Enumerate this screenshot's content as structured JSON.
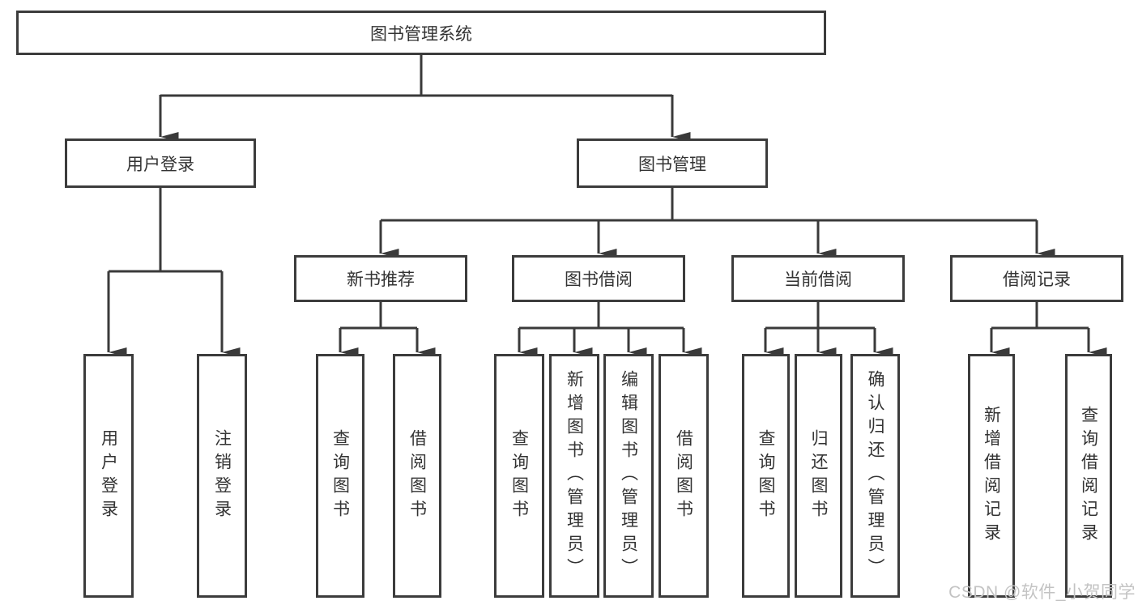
{
  "diagram": {
    "root": {
      "label": "图书管理系统"
    },
    "children": [
      {
        "label": "用户登录",
        "children": [
          {
            "label": "用户登录"
          },
          {
            "label": "注销登录"
          }
        ]
      },
      {
        "label": "图书管理",
        "children": [
          {
            "label": "新书推荐",
            "children": [
              {
                "label": "查询图书"
              },
              {
                "label": "借阅图书"
              }
            ]
          },
          {
            "label": "图书借阅",
            "children": [
              {
                "label": "查询图书"
              },
              {
                "label": "新增图书（管理员）"
              },
              {
                "label": "编辑图书（管理员）"
              },
              {
                "label": "借阅图书"
              }
            ]
          },
          {
            "label": "当前借阅",
            "children": [
              {
                "label": "查询图书"
              },
              {
                "label": "归还图书"
              },
              {
                "label": "确认归还（管理员）"
              }
            ]
          },
          {
            "label": "借阅记录",
            "children": [
              {
                "label": "新增借阅记录"
              },
              {
                "label": "查询借阅记录"
              }
            ]
          }
        ]
      }
    ]
  },
  "watermark": {
    "text": "CSDN @软件_小贺同学"
  },
  "colors": {
    "line": "#3a3a3a",
    "box_border": "#3c3c3c",
    "text": "#333333",
    "background": "#ffffff",
    "watermark": "#c3c3c3"
  }
}
